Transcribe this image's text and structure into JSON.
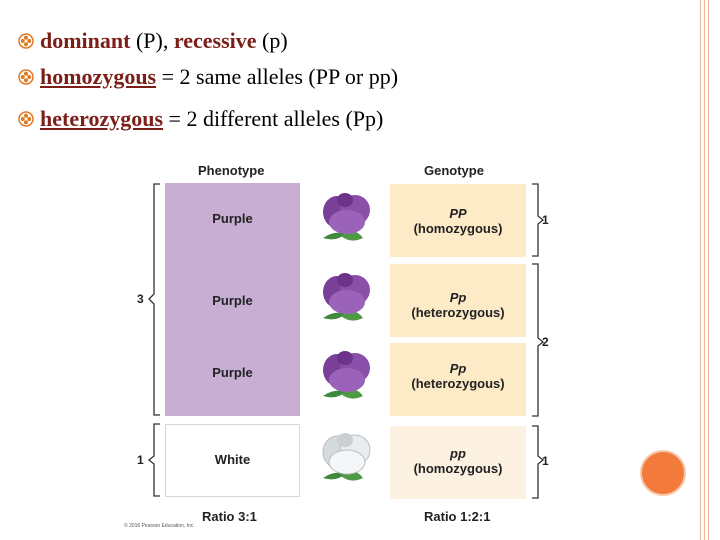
{
  "bullets": [
    {
      "term": "dominant",
      "rest": " (P), ",
      "term2": "recessive",
      "rest2": " (p)"
    },
    {
      "term": "homozygous",
      "rest": " = 2 same alleles (PP or pp)"
    },
    {
      "term": "heterozygous",
      "rest": " = 2 different alleles (Pp)"
    }
  ],
  "figure": {
    "phenotype_header": "Phenotype",
    "genotype_header": "Genotype",
    "phenotypes": [
      "Purple",
      "Purple",
      "Purple",
      "White"
    ],
    "genotypes": [
      {
        "alleles": "PP",
        "zygosity": "(homozygous)"
      },
      {
        "alleles": "Pp",
        "zygosity": "(heterozygous)"
      },
      {
        "alleles": "Pp",
        "zygosity": "(heterozygous)"
      },
      {
        "alleles": "pp",
        "zygosity": "(homozygous)"
      }
    ],
    "phenotype_counts": [
      "3",
      "1"
    ],
    "genotype_counts": [
      "1",
      "2",
      "1"
    ],
    "phenotype_ratio": "Ratio 3:1",
    "genotype_ratio": "Ratio 1:2:1",
    "copyright": "© 2016 Pearson Education, Inc.",
    "colors": {
      "purple_bg": "#c9aed3",
      "genotype_bg": "#fdebc8",
      "flower_purple": "#8a4fa8",
      "flower_white": "#e8ecef"
    }
  },
  "icons": [
    "flower-bullet-icon",
    "purple-flower-icon",
    "white-flower-icon"
  ]
}
